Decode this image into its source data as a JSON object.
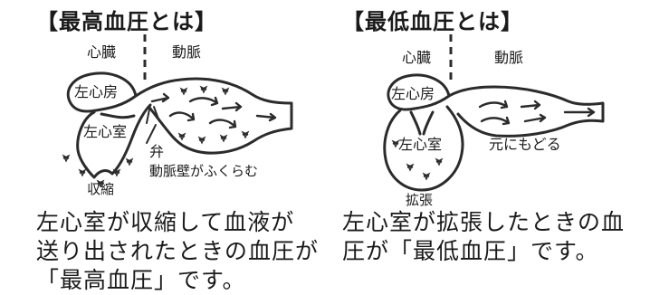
{
  "max_panel": {
    "title": "【最高血圧とは】",
    "labels": {
      "heart": "心臓",
      "artery": "動脈",
      "left_atrium": "左心房",
      "left_ventricle": "左心室",
      "valve": "弁",
      "artery_wall": "動脈壁がふくらむ",
      "contraction": "収縮"
    },
    "caption_lines": [
      "左心室が収縮して血液が",
      "送り出されたときの血圧が",
      "「最高血圧」です。"
    ]
  },
  "min_panel": {
    "title": "【最低血圧とは】",
    "labels": {
      "heart": "心臓",
      "artery": "動脈",
      "left_atrium": "左心房",
      "left_ventricle": "左心室",
      "return": "元にもどる",
      "expansion": "拡張"
    },
    "caption_lines": [
      "左心室が拡張したときの血",
      "圧が「最低血圧」です。"
    ]
  }
}
